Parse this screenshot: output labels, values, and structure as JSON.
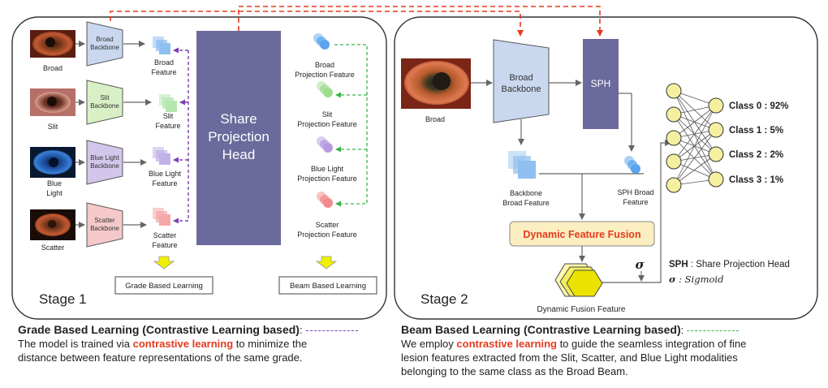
{
  "stage1": {
    "label": "Stage 1",
    "rows": [
      {
        "image_label": "Broad",
        "backbone": [
          "Broad",
          "Backbone"
        ],
        "feature": [
          "Broad",
          "Feature"
        ],
        "proj": [
          "Broad",
          "Projection Feature"
        ],
        "backbone_color": "#c9d8ef",
        "feature_color": "#8fbff0",
        "proj_color": "#5aa4ee"
      },
      {
        "image_label": "Slit",
        "backbone": [
          "Slit",
          "Backbone"
        ],
        "feature": [
          "Slit",
          "Feature"
        ],
        "proj": [
          "Slit",
          "Projection Feature"
        ],
        "backbone_color": "#d9efc6",
        "feature_color": "#b6e6b0",
        "proj_color": "#9fdc8f"
      },
      {
        "image_label": "Blue\nLight",
        "backbone": [
          "Blue Light",
          "Backbone"
        ],
        "feature": [
          "Blue Light",
          "Feature"
        ],
        "proj": [
          "Blue Light",
          "Projection Feature"
        ],
        "backbone_color": "#d2c6ea",
        "feature_color": "#c1b1e6",
        "proj_color": "#b59ae0"
      },
      {
        "image_label": "Scatter",
        "backbone": [
          "Scatter",
          "Backbone"
        ],
        "feature": [
          "Scatter",
          "Feature"
        ],
        "proj": [
          "Scatter",
          "Projection Feature"
        ],
        "backbone_color": "#f5c9c9",
        "feature_color": "#f4a8a8",
        "proj_color": "#f08a8a"
      }
    ],
    "share_head": [
      "Share",
      "Projection",
      "Head"
    ],
    "grade_box": "Grade Based Learning",
    "beam_box": "Beam Based Learning"
  },
  "stage2": {
    "label": "Stage 2",
    "image_label": "Broad",
    "backbone": [
      "Broad",
      "Backbone"
    ],
    "sph": "SPH",
    "backbone_feature": [
      "Backbone",
      "Broad Feature"
    ],
    "sph_feature": [
      "SPH Broad",
      "Feature"
    ],
    "dff": "Dynamic Feature Fusion",
    "dff_feature": "Dynamic Fusion Feature",
    "sigma": "σ",
    "classes": [
      "Class 0 : 92%",
      "Class 1 : 5%",
      "Class 2 : 2%",
      "Class 3 : 1%"
    ],
    "legend_sph_key": "SPH",
    "legend_sph_text": " : Share Projection Head",
    "legend_sigma_key": "σ",
    "legend_sigma_text": " : Sigmoid"
  },
  "captions": {
    "grade_title": "Grade Based Learning (Contrastive Learning based)",
    "grade_colon": ":",
    "grade_pre": "The model is trained via ",
    "grade_red": "contrastive learning",
    "grade_post": " to minimize the",
    "grade_line2": "distance between feature representations of the same grade.",
    "beam_title": "Beam Based Learning (Contrastive Learning based)",
    "beam_colon": ":",
    "beam_pre": "We employ ",
    "beam_red": "contrastive learning",
    "beam_post": " to guide the seamless integration of fine",
    "beam_line2": "lesion features extracted from the Slit, Scatter, and Blue Light modalities",
    "beam_line3": "belonging to the same class as the Broad Beam."
  },
  "colors": {
    "share_head": "#6a6a9c",
    "sph": "#6a6a9c",
    "dff_fill": "#fbeec0",
    "dff_text": "#e53a1e",
    "red_dash": "#e53a1e",
    "purple_dash": "#7a3fb5",
    "green_dash": "#3cb34a",
    "arrow_yellow": "#f0f000",
    "node_fill": "#f4f0a0"
  }
}
